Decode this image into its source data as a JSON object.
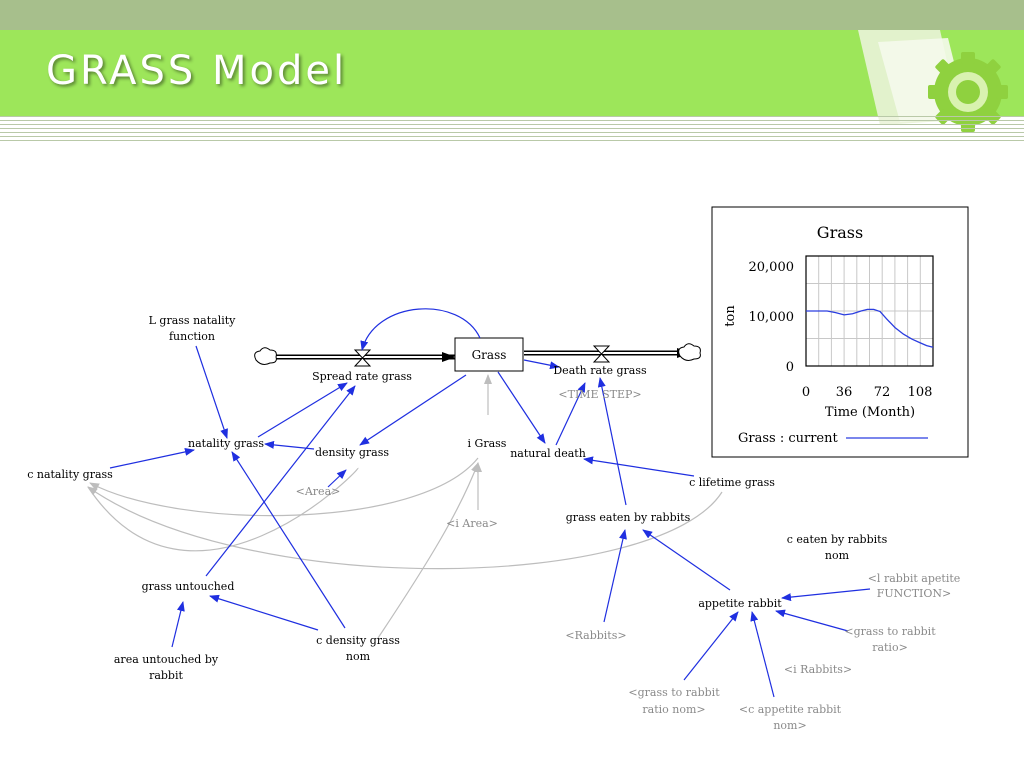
{
  "slide": {
    "title": "GRASS Model"
  },
  "model": {
    "stock": "Grass",
    "flows": {
      "inflow": "Spread rate grass",
      "outflow": "Death rate grass"
    },
    "variables": {
      "l_grass_natality_1": "L grass natality",
      "l_grass_natality_2": "function",
      "natality_grass": "natality grass",
      "c_natality_grass": "c natality grass",
      "density_grass": "density grass",
      "area": "<Area>",
      "i_grass": "i Grass",
      "i_area": "<i Area>",
      "natural_death": "natural death",
      "time_step": "<TIME STEP>",
      "c_lifetime_grass": "c lifetime grass",
      "grass_eaten": "grass eaten by rabbits",
      "c_eaten_1": "c eaten by rabbits",
      "c_eaten_2": "nom",
      "l_rabbit_apetite_1": "<l rabbit apetite",
      "l_rabbit_apetite_2": "FUNCTION>",
      "appetite_rabbit": "appetite rabbit",
      "grass_to_rabbit_ratio_1": "<grass to rabbit",
      "grass_to_rabbit_ratio_2": "ratio>",
      "i_rabbits": "<i Rabbits>",
      "rabbits": "<Rabbits>",
      "grass_to_rabbit_ratio_nom_1": "<grass to rabbit",
      "grass_to_rabbit_ratio_nom_2": "ratio nom>",
      "c_appetite_rabbit_nom_1": "<c appetite rabbit",
      "c_appetite_rabbit_nom_2": "nom>",
      "grass_untouched": "grass untouched",
      "area_untouched_1": "area untouched by",
      "area_untouched_2": "rabbit",
      "c_density_grass_nom_1": "c density grass",
      "c_density_grass_nom_2": "nom"
    }
  },
  "colors": {
    "link": "#1f2fe0",
    "shadow_link": "#bdbdbd",
    "banner": "#9de65a",
    "series": "#2a3de0"
  },
  "chart_data": {
    "type": "line",
    "title": "Grass",
    "xlabel": "Time (Month)",
    "ylabel": "ton",
    "xlim": [
      0,
      120
    ],
    "ylim": [
      0,
      20000
    ],
    "xticks": [
      "0",
      "36",
      "72",
      "108"
    ],
    "yticks": [
      "20,000",
      "10,000",
      "0"
    ],
    "series": [
      {
        "name": "Grass : current",
        "x": [
          0,
          12,
          20,
          28,
          36,
          44,
          52,
          58,
          64,
          70,
          76,
          84,
          92,
          100,
          108,
          114,
          120
        ],
        "y": [
          10000,
          10000,
          10000,
          9700,
          9300,
          9500,
          10000,
          10300,
          10300,
          9900,
          8600,
          7000,
          5800,
          4900,
          4200,
          3700,
          3400
        ]
      }
    ],
    "legend": "bottom"
  }
}
